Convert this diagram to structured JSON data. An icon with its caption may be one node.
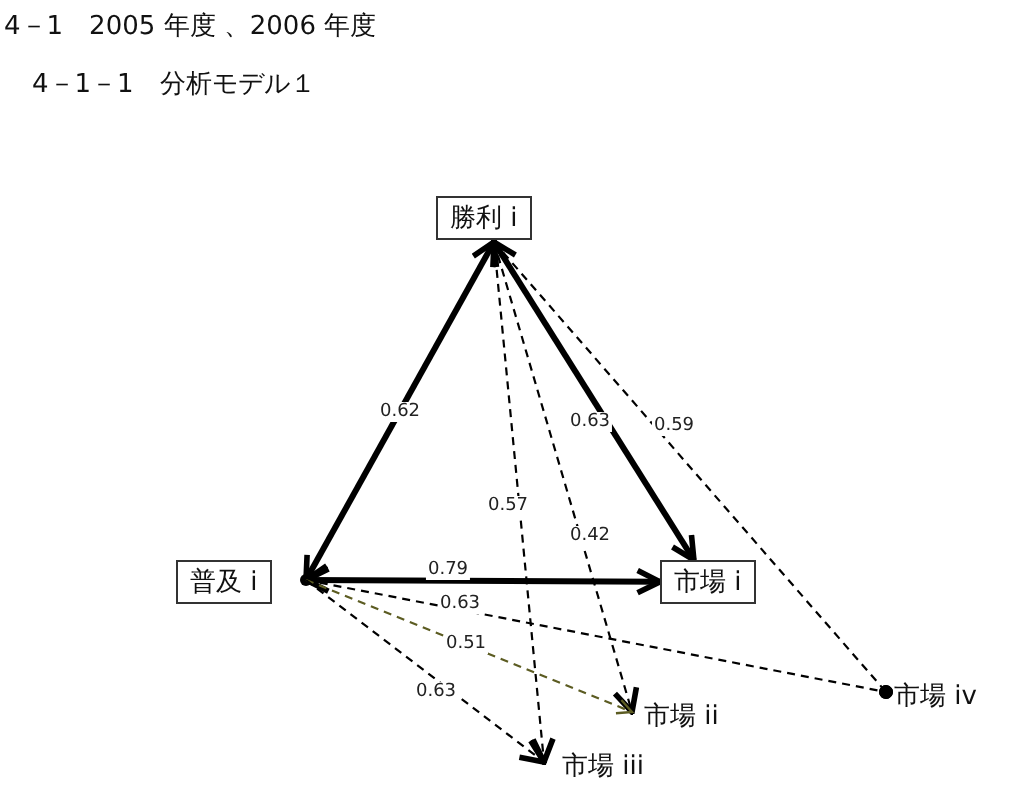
{
  "diagram": {
    "title": "4－1　2005 年度 、2006 年度",
    "caption": "4－1－1　分析モデル１",
    "nodes": [
      {
        "text": [
          "勝利 i"
        ]
      },
      {
        "text": [
          "普及 i"
        ]
      },
      {
        "text": [
          "市場 i"
        ]
      },
      {
        "text": [
          "市場 ii"
        ]
      },
      {
        "text": [
          "市場 iii"
        ]
      },
      {
        "text": [
          "市場 iv"
        ]
      }
    ],
    "edges": [
      {
        "from": 0,
        "to": 1,
        "arrow": "both",
        "style": "thick",
        "label": "0.62"
      },
      {
        "from": 0,
        "to": 2,
        "arrow": "both",
        "style": "thick",
        "label": "0.63"
      },
      {
        "from": 1,
        "to": 2,
        "arrow": "both",
        "style": "thick",
        "label": "0.79"
      },
      {
        "from": 0,
        "to": 5,
        "arrow": "other",
        "style": "dashed",
        "label": "0.59"
      },
      {
        "from": 0,
        "to": 4,
        "arrow": "to",
        "style": "dashed",
        "label": "0.57"
      },
      {
        "from": 0,
        "to": 3,
        "arrow": "to",
        "style": "dashed",
        "label": "0.42"
      },
      {
        "from": 1,
        "to": 5,
        "arrow": "other",
        "style": "dashed",
        "label": "0.63"
      },
      {
        "from": 1,
        "to": 3,
        "arrow": "to",
        "style": "dashed",
        "label": "0.51",
        "color": "#5c5c22"
      },
      {
        "from": 1,
        "to": 4,
        "arrow": "to",
        "style": "dashed",
        "label": "0.63"
      }
    ]
  }
}
